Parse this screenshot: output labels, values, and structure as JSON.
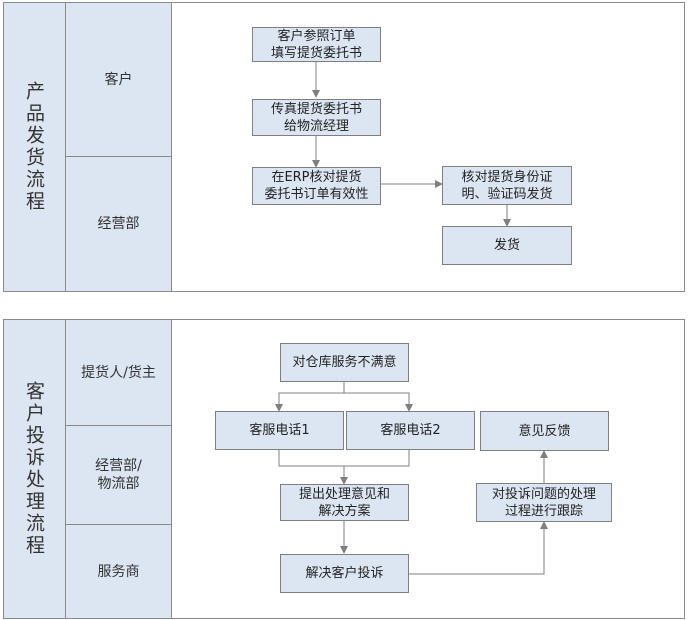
{
  "panel1": {
    "title": "产品发货流程",
    "roles": [
      "客户",
      "经营部"
    ],
    "boxes": {
      "b1": "客户参照订单\n填写提货委托书",
      "b2": "传真提货委托书\n给物流经理",
      "b3": "在ERP核对提货\n委托书订单有效性",
      "b4": "核对提货身份证\n明、验证码发货",
      "b5": "发货"
    }
  },
  "panel2": {
    "title": "客户投诉处理流程",
    "roles": [
      "提货人/货主",
      "经营部/\n物流部",
      "服务商"
    ],
    "boxes": {
      "c1": "对仓库服务不满意",
      "c2": "客服电话1",
      "c3": "客服电话2",
      "c4": "意见反馈",
      "c5": "提出处理意见和\n解决方案",
      "c6": "对投诉问题的处理\n过程进行跟踪",
      "c7": "解决客户投诉"
    }
  }
}
